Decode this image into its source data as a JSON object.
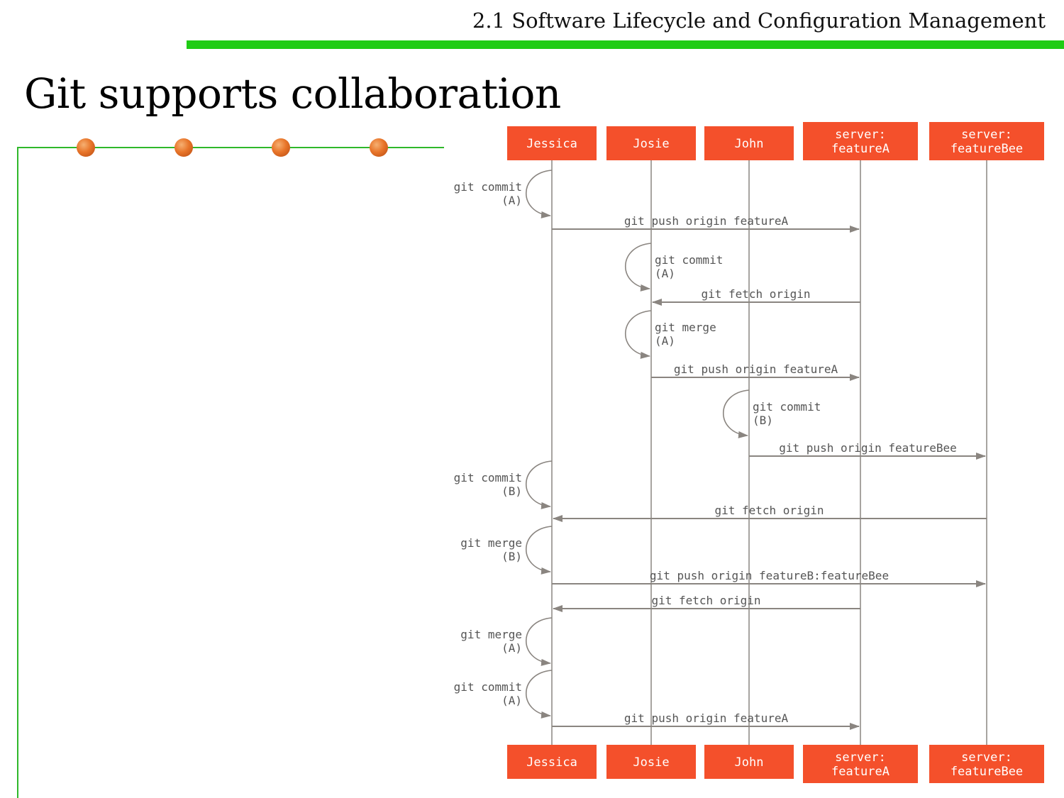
{
  "header": {
    "section_title": "2.1 Software Lifecycle and Configuration Management"
  },
  "slide": {
    "title": "Git supports collaboration"
  },
  "colors": {
    "accent_green": "#1fcc14",
    "actor_box": "#f4502b",
    "line_gray": "#8a8580",
    "dot_orange": "#e8752a"
  },
  "decoration": {
    "dots": [
      "bullet-dot",
      "bullet-dot",
      "bullet-dot",
      "bullet-dot"
    ]
  },
  "diagram": {
    "actors": [
      {
        "id": "jessica",
        "lines": [
          "Jessica"
        ]
      },
      {
        "id": "josie",
        "lines": [
          "Josie"
        ]
      },
      {
        "id": "john",
        "lines": [
          "John"
        ]
      },
      {
        "id": "serverA",
        "lines": [
          "server:",
          "featureA"
        ]
      },
      {
        "id": "serverBee",
        "lines": [
          "server:",
          "featureBee"
        ]
      }
    ],
    "events": [
      {
        "type": "self",
        "actor": "jessica",
        "side": "left",
        "text": [
          "git commit",
          "(A)"
        ]
      },
      {
        "type": "msg",
        "from": "jessica",
        "to": "serverA",
        "text": "git push origin featureA"
      },
      {
        "type": "self",
        "actor": "josie",
        "side": "right",
        "text": [
          "git commit",
          "(A)"
        ]
      },
      {
        "type": "msg",
        "from": "serverA",
        "to": "josie",
        "text": "git fetch origin"
      },
      {
        "type": "self",
        "actor": "josie",
        "side": "right",
        "text": [
          "git merge",
          "(A)"
        ]
      },
      {
        "type": "msg",
        "from": "josie",
        "to": "serverA",
        "text": "git push origin featureA"
      },
      {
        "type": "self",
        "actor": "john",
        "side": "right",
        "text": [
          "git commit",
          "(B)"
        ]
      },
      {
        "type": "msg",
        "from": "john",
        "to": "serverBee",
        "text": "git push origin featureBee"
      },
      {
        "type": "self",
        "actor": "jessica",
        "side": "left",
        "text": [
          "git commit",
          "(B)"
        ]
      },
      {
        "type": "msg",
        "from": "serverBee",
        "to": "jessica",
        "text": "git fetch origin"
      },
      {
        "type": "self",
        "actor": "jessica",
        "side": "left",
        "text": [
          "git merge",
          "(B)"
        ]
      },
      {
        "type": "msg",
        "from": "jessica",
        "to": "serverBee",
        "text": "git push origin featureB:featureBee"
      },
      {
        "type": "msg",
        "from": "serverA",
        "to": "jessica",
        "text": "git fetch origin"
      },
      {
        "type": "self",
        "actor": "jessica",
        "side": "left",
        "text": [
          "git merge",
          "(A)"
        ]
      },
      {
        "type": "self",
        "actor": "jessica",
        "side": "left",
        "text": [
          "git commit",
          "(A)"
        ]
      },
      {
        "type": "msg",
        "from": "jessica",
        "to": "serverA",
        "text": "git push origin featureA"
      }
    ]
  }
}
